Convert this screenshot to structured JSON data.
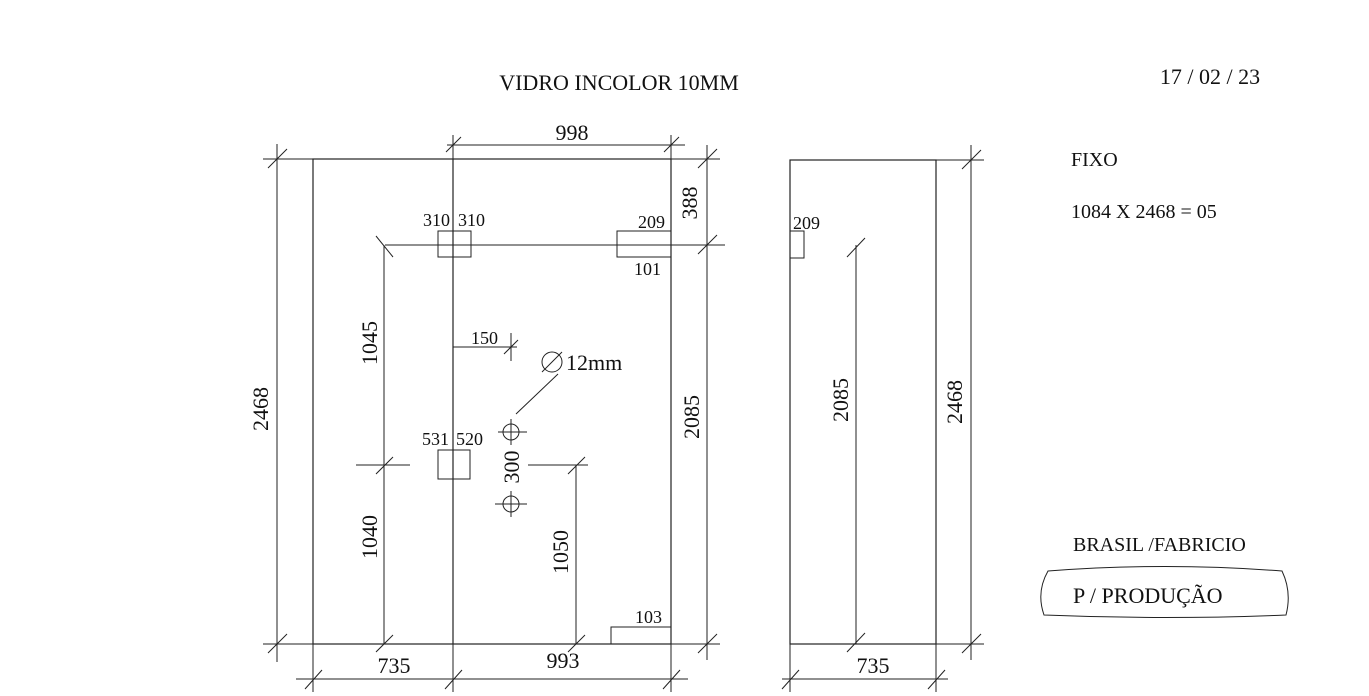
{
  "title": "VIDRO INCOLOR 10MM",
  "date": "17 / 02 / 23",
  "piece_type": "FIXO",
  "piece_spec": "1084 X 2468 = 05",
  "client": "BRASIL /FABRICIO",
  "stamp": "P / PRODUÇÃO",
  "hole_diameter": "12mm",
  "front_view": {
    "top_width": "998",
    "total_height": "2468",
    "top_offset": "388",
    "right_height": "2085",
    "bottom_left": "735",
    "bottom_right": "993",
    "upper_left_height": "1045",
    "lower_left_height": "1040",
    "lower_right_height": "1050",
    "hole_spacing": "300",
    "hole_offset": "150",
    "notch_top_left_a": "310",
    "notch_top_left_b": "310",
    "notch_top_right_w": "209",
    "notch_top_right_h": "101",
    "notch_mid_a": "531",
    "notch_mid_b": "520",
    "notch_bottom": "103"
  },
  "side_view": {
    "notch": "209",
    "inner_height": "2085",
    "total_height": "2468",
    "bottom_width": "735"
  }
}
